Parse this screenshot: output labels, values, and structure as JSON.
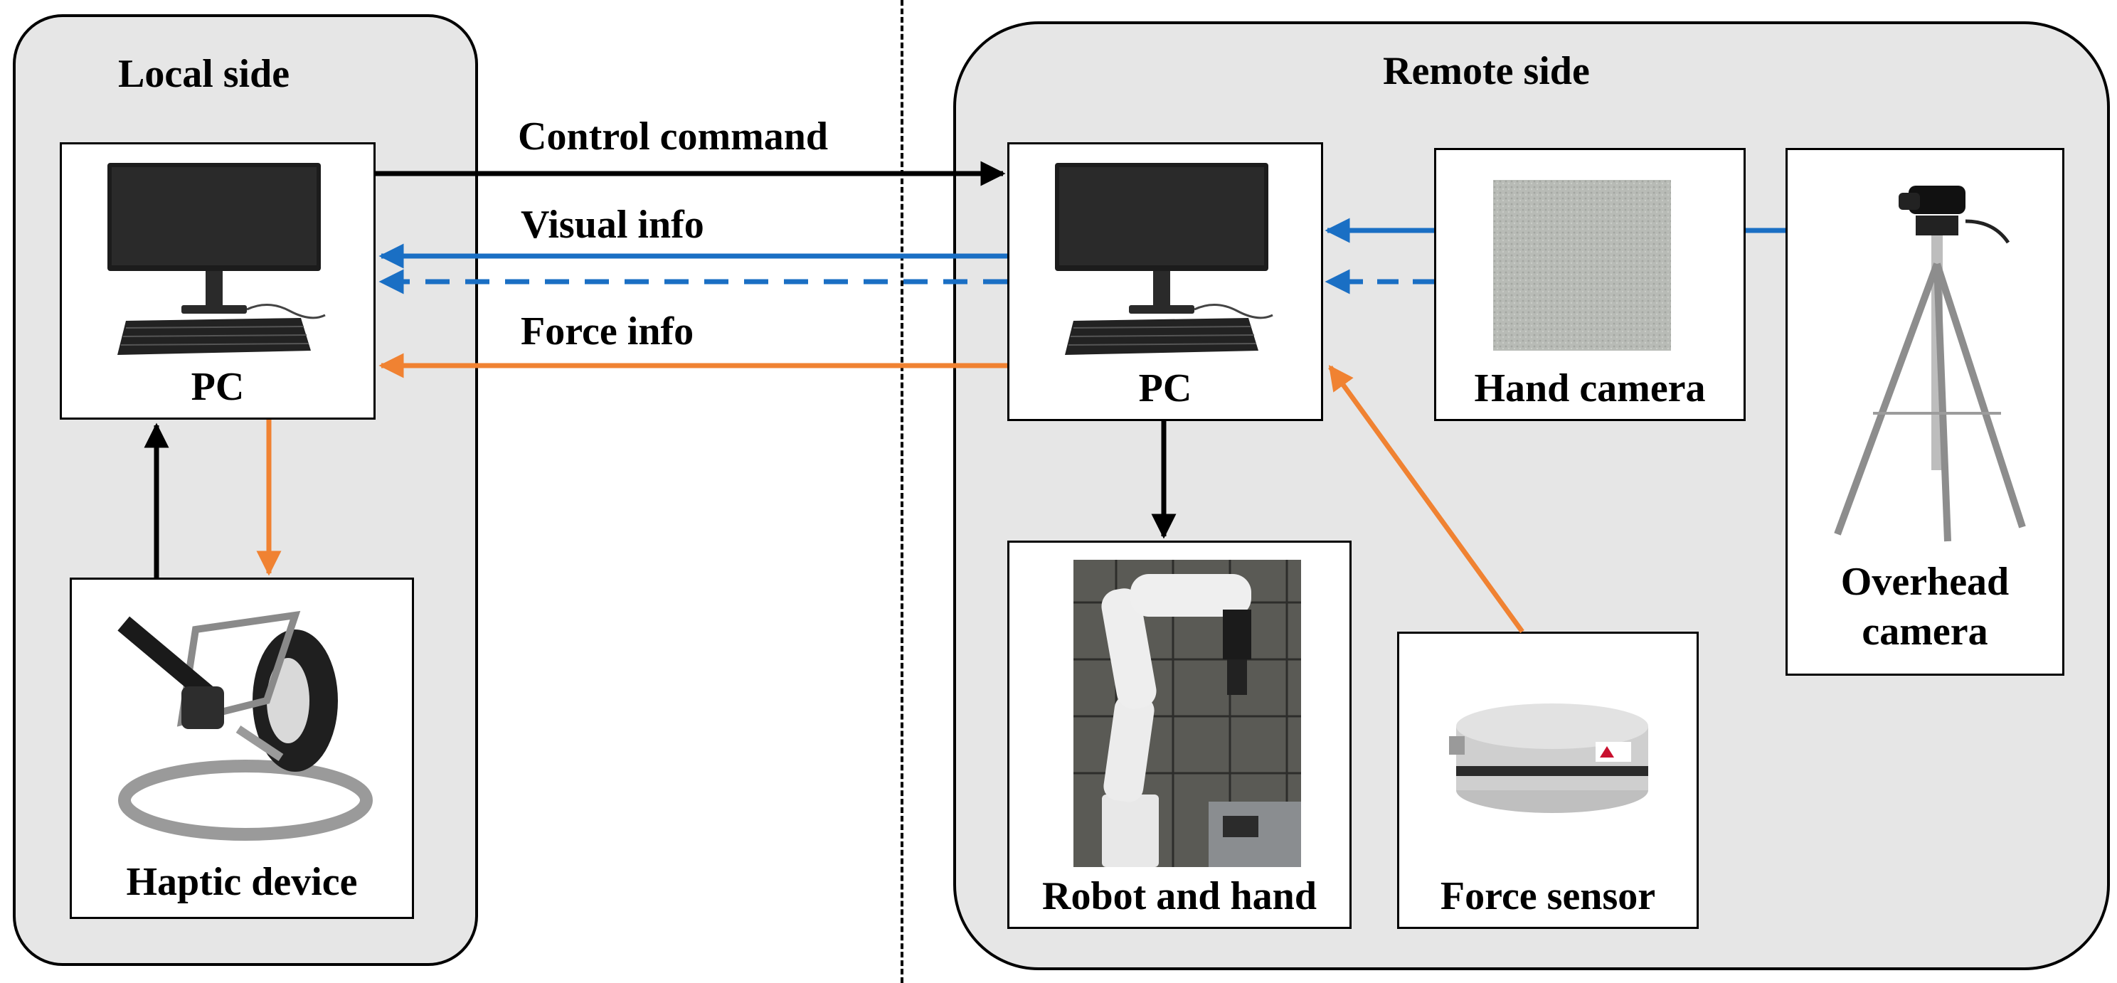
{
  "local_side": {
    "title": "Local side",
    "pc_label": "PC",
    "haptic_label": "Haptic device"
  },
  "remote_side": {
    "title": "Remote side",
    "pc_label": "PC",
    "hand_camera_label": "Hand camera",
    "overhead_camera_label": "Overhead\ncamera",
    "robot_label": "Robot and hand",
    "force_sensor_label": "Force sensor"
  },
  "links": {
    "control_command": "Control command",
    "visual_info": "Visual info",
    "force_info": "Force info"
  },
  "colors": {
    "panel_fill": "#e6e6e6",
    "control_arrow": "#000000",
    "visual_arrow": "#1a6fc4",
    "force_arrow": "#f08232"
  }
}
